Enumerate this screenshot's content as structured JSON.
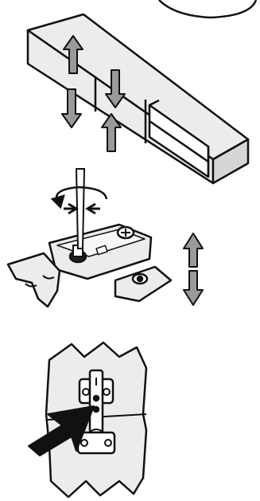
{
  "figure": {
    "panels": [
      {
        "name": "cabinet-panel",
        "icon": "cabinet-with-adjust-arrows"
      },
      {
        "name": "hinge-adjust-panel",
        "icon": "hinge-with-screwdriver"
      },
      {
        "name": "installed-hinge-panel",
        "icon": "installed-hinge-with-pointer"
      }
    ],
    "colors": {
      "line": "#111111",
      "face": "#ececec",
      "face_dark": "#d6d6d6",
      "arrow_fill": "#9a9a9a",
      "pointer": "#111111",
      "background": "#ffffff"
    }
  }
}
